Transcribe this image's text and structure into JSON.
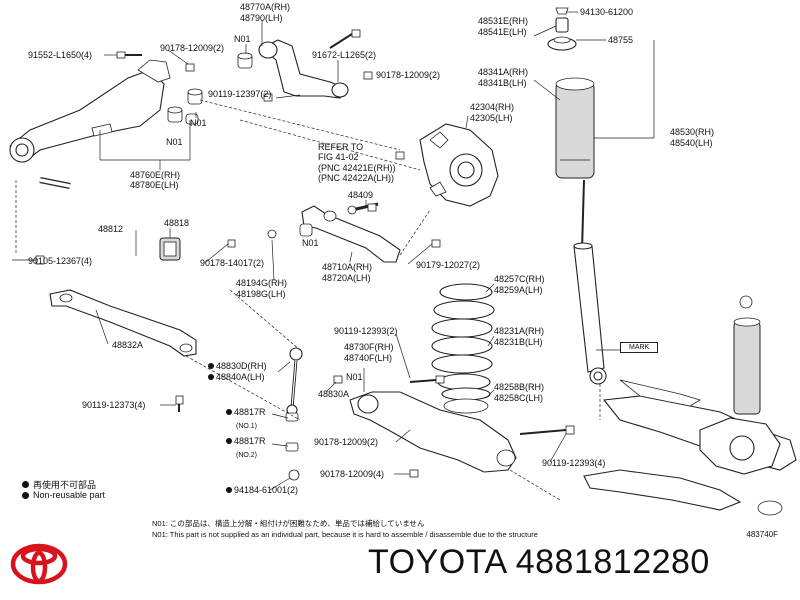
{
  "labels": {
    "p48770a": "48770A(RH)",
    "p48790": "48790(LH)",
    "n01_a": "N01",
    "p90178_a": "90178-12009(2)",
    "p91552": "91552-L1650(4)",
    "p91672": "91672-L1265(2)",
    "p90178_b": "90178-12009(2)",
    "p90119_a": "90119-12397(2)",
    "n01_b": "N01",
    "n01_c": "N01",
    "p48760e": "48760E(RH)",
    "p48780e": "48780E(LH)",
    "refer1": "REFER TO",
    "refer2": "FIG 41-02",
    "refer3": "(PNC 42421E(RH))",
    "refer4": "(PNC 42422A(LH))",
    "p42304": "42304(RH)",
    "p42305": "42305(LH)",
    "p48531e": "48531E(RH)",
    "p48541e": "48541E(LH)",
    "p94130": "94130-61200",
    "p48755": "48755",
    "p48341a": "48341A(RH)",
    "p48341b": "48341B(LH)",
    "p48530": "48530(RH)",
    "p48540": "48540(LH)",
    "p48409": "48409",
    "p48812": "48812",
    "p48818": "48818",
    "p90105": "90105-12367(4)",
    "p90178_c": "90178-14017(2)",
    "n01_d": "N01",
    "p48710a": "48710A(RH)",
    "p48720a": "48720A(LH)",
    "p90179": "90179-12027(2)",
    "p48194g": "48194G(RH)",
    "p48198g": "48198G(LH)",
    "p48257c": "48257C(RH)",
    "p48259a": "48259A(LH)",
    "p48832a": "48832A",
    "p90119_b": "90119-12393(2)",
    "p48730f": "48730F(RH)",
    "p48740f": "48740F(LH)",
    "p48231a": "48231A(RH)",
    "p48231b": "48231B(LH)",
    "p48830d": "48830D(RH)",
    "p48840a": "48840A(LH)",
    "n01_e": "N01",
    "p48830a": "48830A",
    "p90119_c": "90119-12373(4)",
    "p48258b": "48258B(RH)",
    "p48258c": "48258C(LH)",
    "p48817r_1": "48817R",
    "no1": "(NO.1)",
    "p90178_d": "90178-12009(2)",
    "p90119_d": "90119-12393(4)",
    "p48817r_2": "48817R",
    "no2": "(NO.2)",
    "p90178_e": "90178-12009(4)",
    "p94184": "94184-61001(2)",
    "mark": "MARK"
  },
  "legend": {
    "item1": "再使用不可部品",
    "item2": "Non-reusable part"
  },
  "notes": {
    "jp": "N01: この部品は、構造上分解・組付けが困難なため、単品では補給していません",
    "en": "N01: This part is not supplied as an individual part, because it is hard to assemble / disassemble due to the structure"
  },
  "doc_code": "483740F",
  "brand": "TOYOTA",
  "part_number": "4881812280",
  "colors": {
    "logo": "#d7141e",
    "ink": "#111111"
  }
}
